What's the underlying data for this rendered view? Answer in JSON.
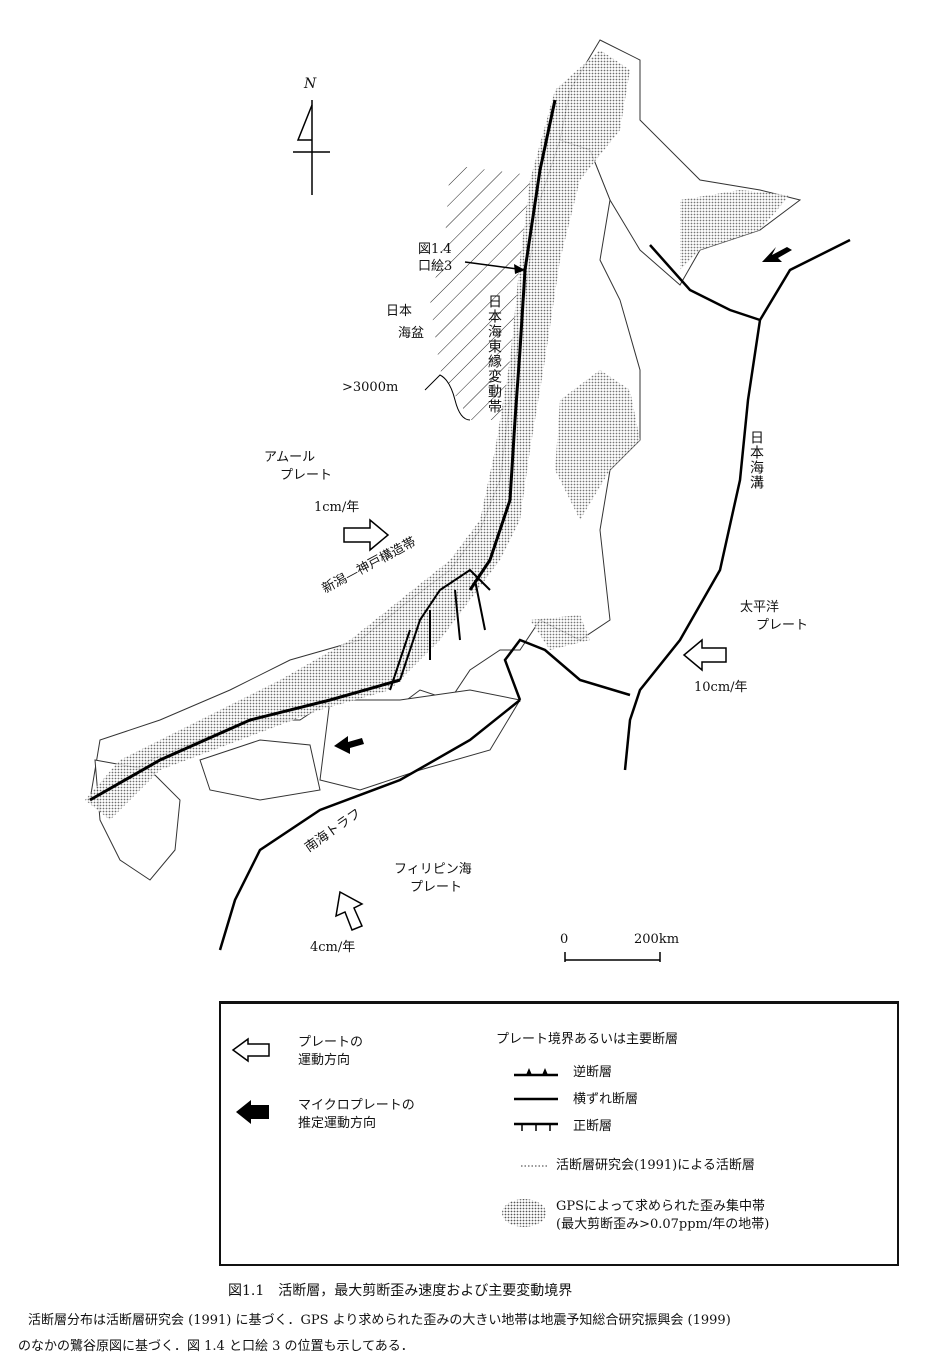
{
  "map": {
    "north_label": "N",
    "labels": {
      "fig14": "図1.4",
      "kuchie3": "口絵3",
      "japan_basin_1": "日本",
      "japan_basin_2": "海盆",
      "depth": ">3000m",
      "eastern_margin": "日本海東縁変動帯",
      "amur_1": "アムール",
      "amur_2": "プレート",
      "amur_rate": "1cm/年",
      "niigata_kobe": "新潟—神戸構造帯",
      "japan_trench": "日本海溝",
      "pacific_1": "太平洋",
      "pacific_2": "プレート",
      "pacific_rate": "10cm/年",
      "nankai": "南海トラフ",
      "philippine_1": "フィリピン海",
      "philippine_2": "プレート",
      "philippine_rate": "4cm/年"
    },
    "scale": {
      "zero": "0",
      "max": "200km"
    }
  },
  "legend": {
    "plate_arrow_1": "プレートの",
    "plate_arrow_2": "運動方向",
    "micro_arrow_1": "マイクロプレートの",
    "micro_arrow_2": "推定運動方向",
    "boundary_title": "プレート境界あるいは主要断層",
    "reverse": "逆断層",
    "strike_slip": "横ずれ断層",
    "normal": "正断層",
    "active_faults": "活断層研究会(1991)による活断層",
    "gps_1": "GPSによって求められた歪み集中帯",
    "gps_2": "(最大剪断歪み>0.07ppm/年の地帯)"
  },
  "caption": {
    "title": "図1.1　活断層，最大剪断歪み速度および主要変動境界",
    "line1": "活断層分布は活断層研究会 (1991) に基づく．GPS より求められた歪みの大きい地帯は地震予知総合研究振興会 (1999)",
    "line2": "のなかの鷺谷原図に基づく．図 1.4 と口絵 3 の位置も示してある．"
  }
}
